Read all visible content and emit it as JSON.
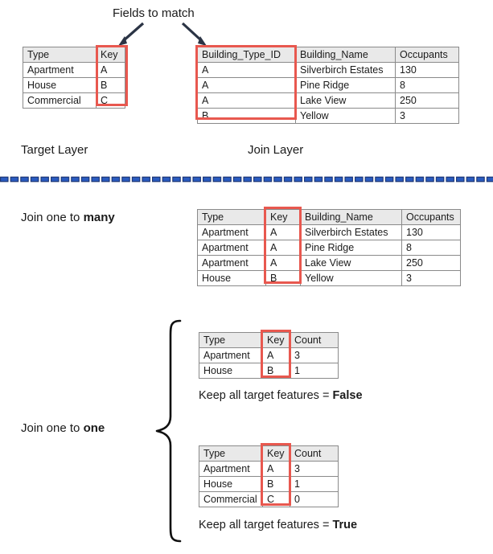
{
  "annotations": {
    "fields_to_match": "Fields to match",
    "target_layer": "Target Layer",
    "join_layer": "Join Layer",
    "join_one_to_many_prefix": "Join one to ",
    "join_one_to_many_emphasis": "many",
    "join_one_to_one_prefix": "Join one to ",
    "join_one_to_one_emphasis": "one",
    "keep_all_false_prefix": "Keep all target features = ",
    "keep_all_false_emphasis": "False",
    "keep_all_true_prefix": "Keep all target features = ",
    "keep_all_true_emphasis": "True"
  },
  "colors": {
    "highlight": "#e8584f",
    "header_fill": "#e9e9e9",
    "grid_line": "#8a8a8a",
    "arrow": "#2b3445",
    "divider_blue": "#2a5bbf",
    "text": "#1b1b1b"
  },
  "target_table": {
    "headers": [
      "Type",
      "Key"
    ],
    "rows": [
      [
        "Apartment",
        "A"
      ],
      [
        "House",
        "B"
      ],
      [
        "Commercial",
        "C"
      ]
    ],
    "highlight_column": "Key"
  },
  "join_table": {
    "headers": [
      "Building_Type_ID",
      "Building_Name",
      "Occupants"
    ],
    "rows": [
      [
        "A",
        "Silverbirch Estates",
        "130"
      ],
      [
        "A",
        "Pine Ridge",
        "8"
      ],
      [
        "A",
        "Lake View",
        "250"
      ],
      [
        "B",
        "Yellow",
        "3"
      ]
    ],
    "highlight_column": "Building_Type_ID"
  },
  "one_to_many_table": {
    "headers": [
      "Type",
      "Key",
      "Building_Name",
      "Occupants"
    ],
    "rows": [
      [
        "Apartment",
        "A",
        "Silverbirch Estates",
        "130"
      ],
      [
        "Apartment",
        "A",
        "Pine Ridge",
        "8"
      ],
      [
        "Apartment",
        "A",
        "Lake View",
        "250"
      ],
      [
        "House",
        "B",
        "Yellow",
        "3"
      ]
    ],
    "highlight_column": "Key"
  },
  "one_to_one_false_table": {
    "headers": [
      "Type",
      "Key",
      "Count"
    ],
    "rows": [
      [
        "Apartment",
        "A",
        "3"
      ],
      [
        "House",
        "B",
        "1"
      ]
    ],
    "highlight_column": "Key"
  },
  "one_to_one_true_table": {
    "headers": [
      "Type",
      "Key",
      "Count"
    ],
    "rows": [
      [
        "Apartment",
        "A",
        "3"
      ],
      [
        "House",
        "B",
        "1"
      ],
      [
        "Commercial",
        "C",
        "0"
      ]
    ],
    "highlight_column": "Key"
  }
}
